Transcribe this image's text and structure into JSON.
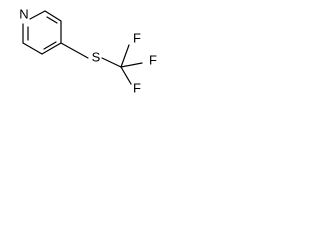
{
  "molecule": {
    "atoms": {
      "nitrogen": "N",
      "sulfur": "S",
      "fluorine_top": "F",
      "fluorine_right": "F",
      "fluorine_bottom": "F"
    }
  }
}
